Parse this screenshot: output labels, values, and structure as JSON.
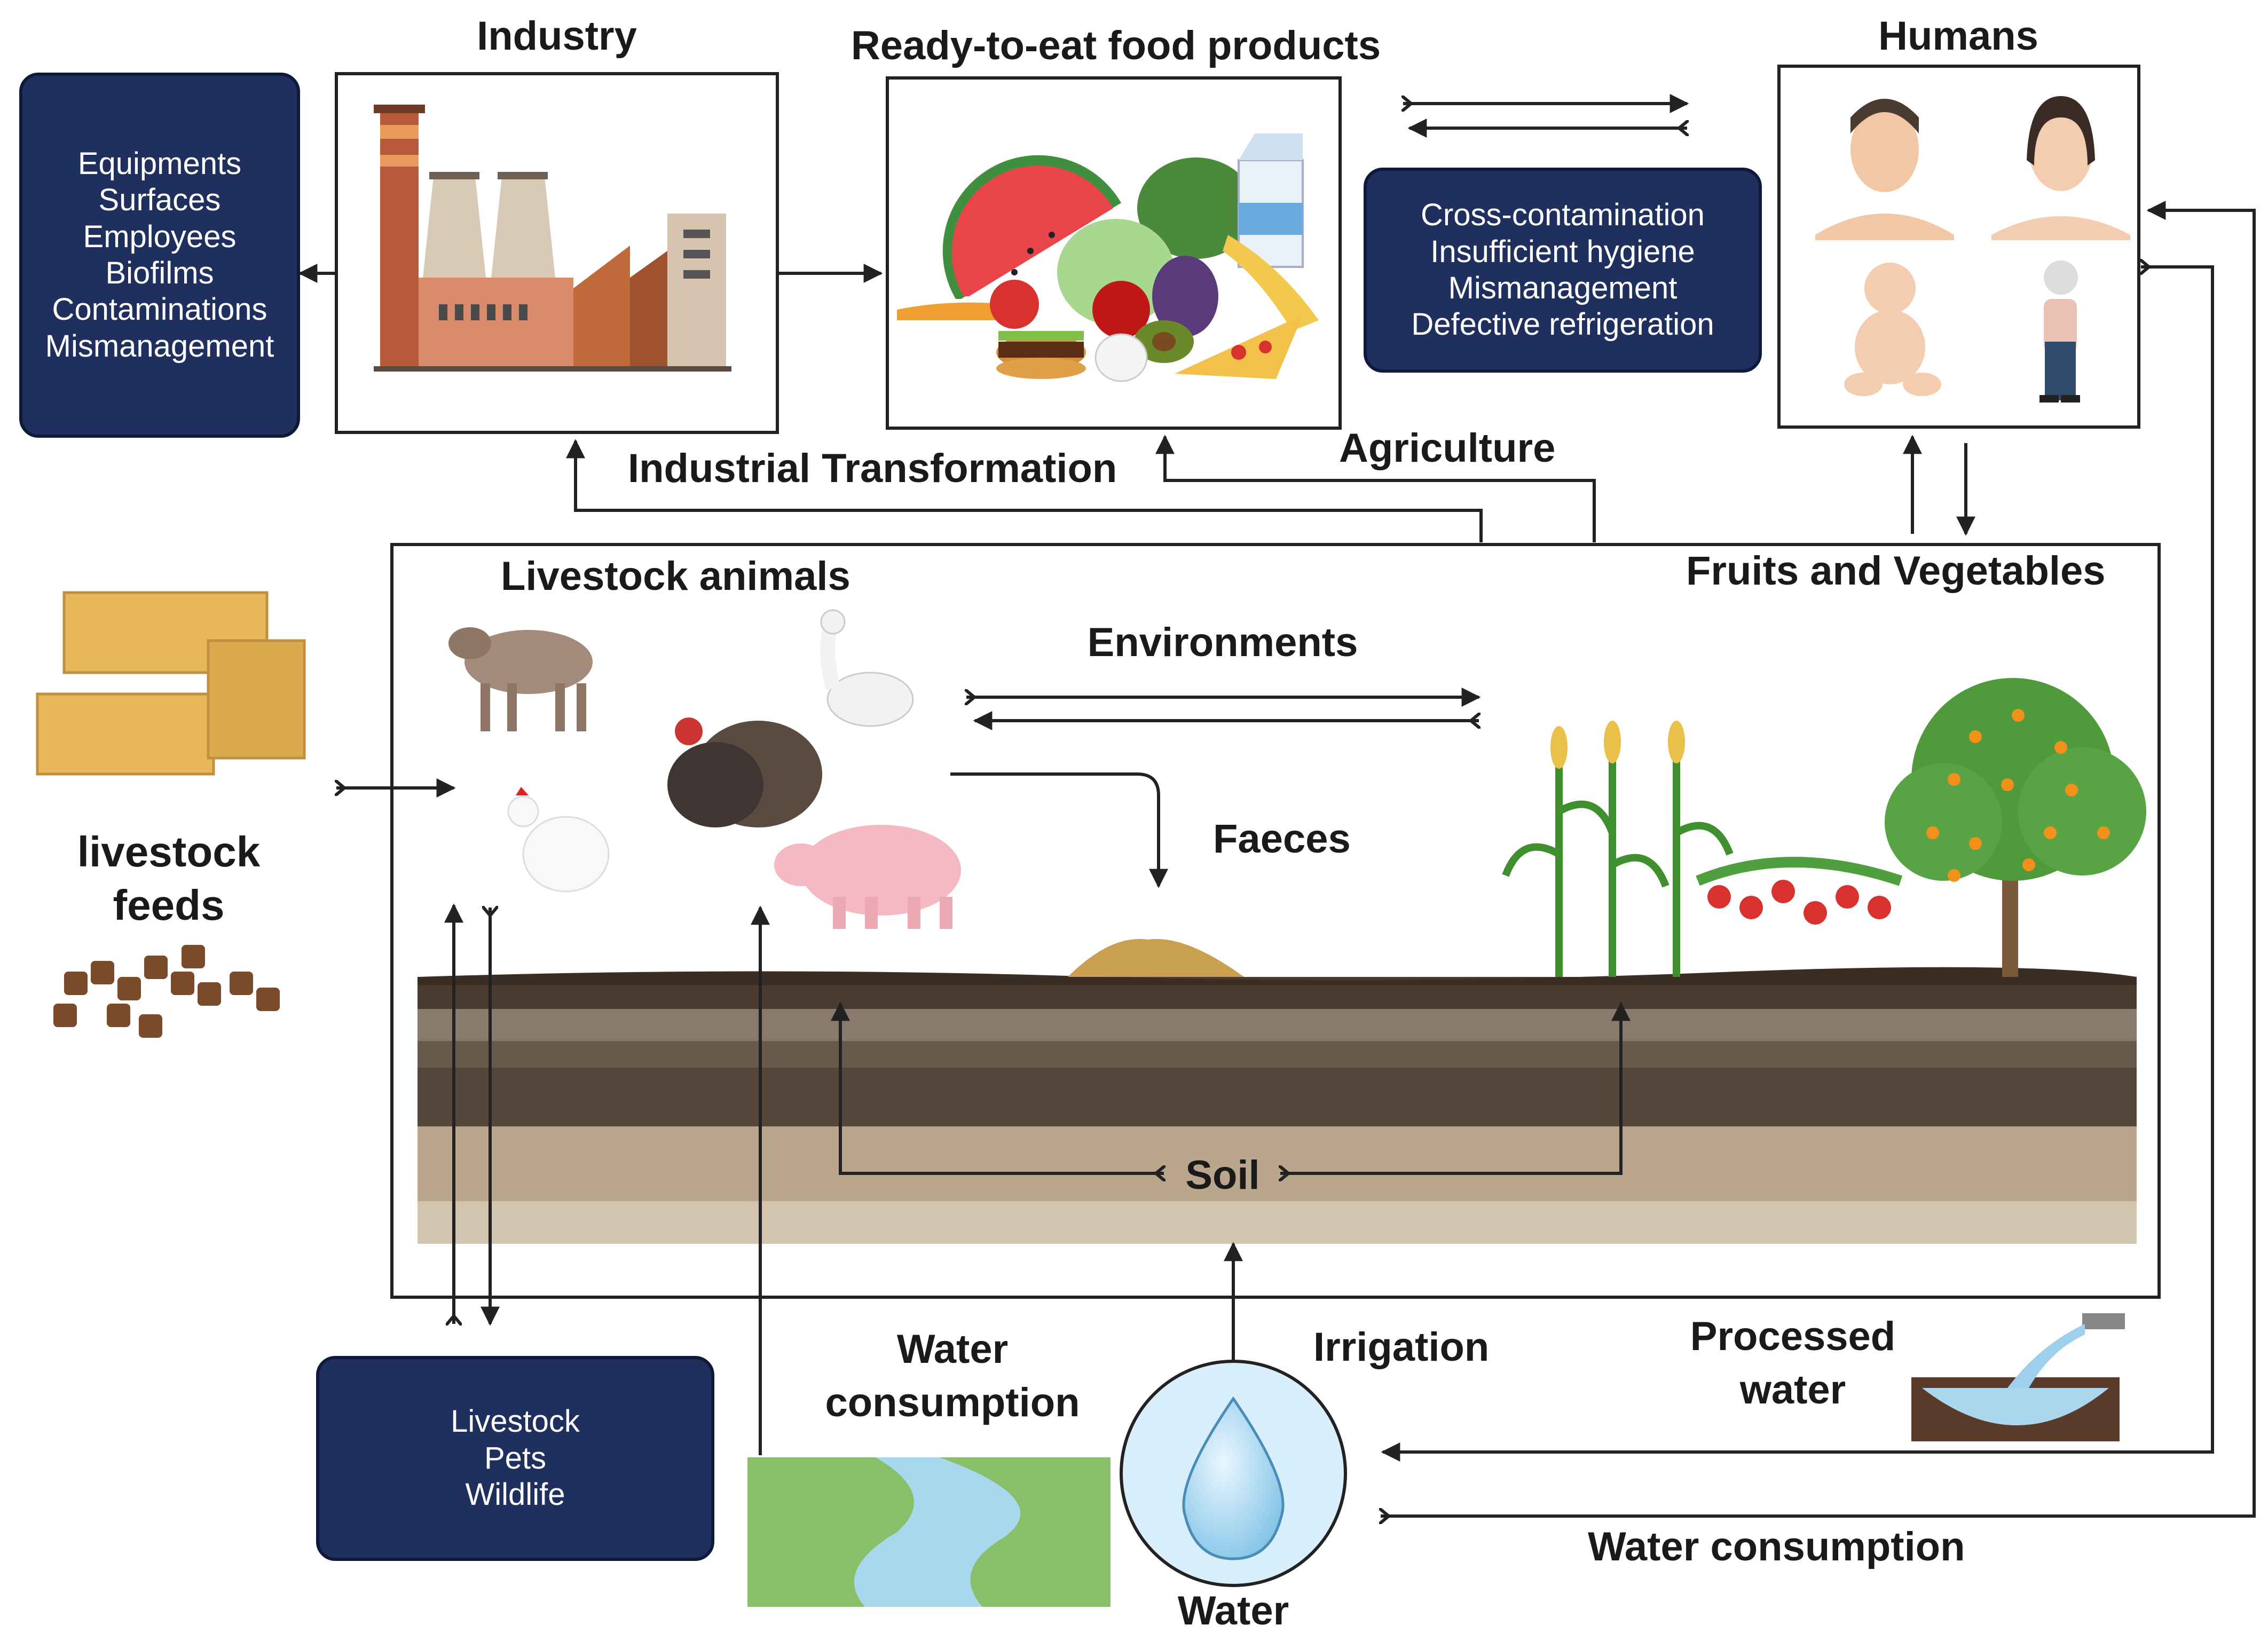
{
  "labels": {
    "industry": "Industry",
    "ready_to_eat": "Ready-to-eat food products",
    "humans": "Humans",
    "industrial_transformation": "Industrial Transformation",
    "agriculture": "Agriculture",
    "livestock_animals": "Livestock animals",
    "fruits_vegetables": "Fruits and Vegetables",
    "environments": "Environments",
    "faeces": "Faeces",
    "livestock_feeds_line1": "livestock",
    "livestock_feeds_line2": "feeds",
    "soil": "Soil",
    "water_consumption_left_line1": "Water",
    "water_consumption_left_line2": "consumption",
    "irrigation": "Irrigation",
    "processed_water_line1": "Processed",
    "processed_water_line2": "water",
    "water_consumption_bottom": "Water consumption",
    "water": "Water"
  },
  "industry_box": {
    "items": [
      "Equipments",
      "Surfaces",
      "Employees",
      "Biofilms",
      "Contaminations",
      "Mismanagement"
    ]
  },
  "contamination_box": {
    "items": [
      "Cross-contamination",
      "Insufficient hygiene",
      "Mismanagement",
      "Defective refrigeration"
    ]
  },
  "animals_box": {
    "items": [
      "Livestock",
      "Pets",
      "Wildlife"
    ]
  },
  "colors": {
    "box_fill": "#1f2f5e",
    "box_border": "#0f1a3a",
    "arrow": "#222222",
    "soil_dark": "#4a3b30",
    "soil_mid": "#7a6a5c",
    "soil_light": "#b9a68c",
    "water_blue": "#d8eefa"
  }
}
